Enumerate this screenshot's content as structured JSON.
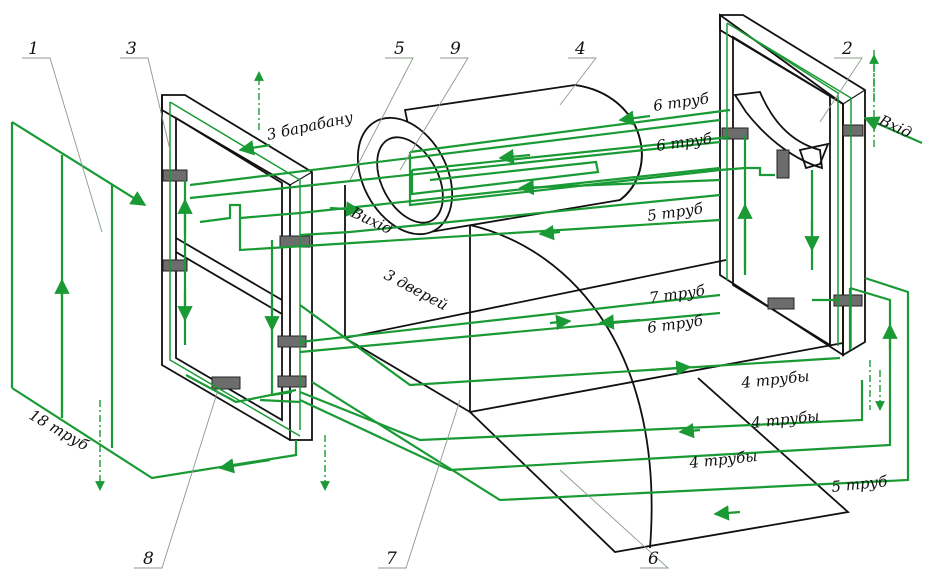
{
  "callouts": [
    "1",
    "2",
    "3",
    "4",
    "5",
    "6",
    "7",
    "8",
    "9"
  ],
  "labels": {
    "vkhid": "Вхід",
    "vykhid": "Вихід",
    "to_drum": "3 барабану",
    "from_doors": "3 дверей",
    "t18": "18 труб",
    "t6a": "6 труб",
    "t6b": "6 труб",
    "t5a": "5 труб",
    "t7": "7 труб",
    "t6c": "6 труб",
    "t4a": "4 трубы",
    "t4b": "4 трубы",
    "t4c": "4 трубы",
    "t5b": "5 труб"
  },
  "colors": {
    "pipe": "#1a9a34",
    "outline": "#111111",
    "header": "#6d6d6d"
  }
}
